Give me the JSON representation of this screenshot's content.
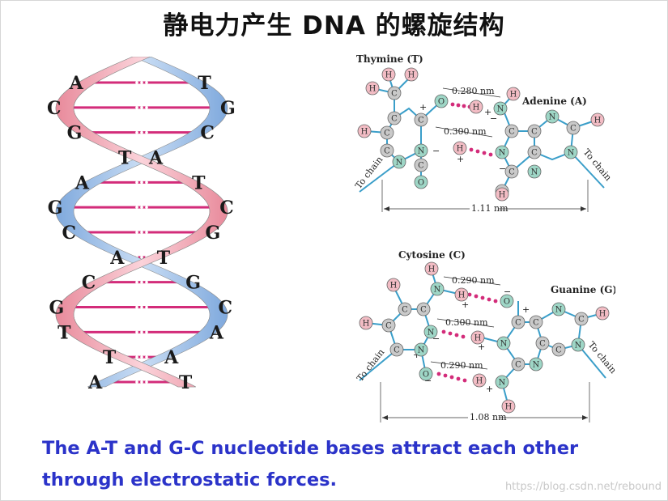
{
  "title": "静电力产生  DNA 的螺旋结构",
  "caption": "The A-T and G-C nucleotide bases attract each other through electrostatic forces.",
  "watermark": "https://blog.csdn.net/rebound",
  "helix": {
    "left_bases": [
      "A",
      "C",
      "G",
      "T",
      "A",
      "G",
      "C",
      "A",
      "C",
      "G",
      "T",
      "T",
      "A"
    ],
    "right_bases": [
      "T",
      "G",
      "C",
      "A",
      "T",
      "C",
      "G",
      "T",
      "G",
      "C",
      "A",
      "A",
      "T"
    ]
  },
  "at_pair": {
    "thymine_label": "Thymine (T)",
    "adenine_label": "Adenine (A)",
    "dist1": "0.280 nm",
    "dist2": "0.300 nm",
    "span": "1.11 nm",
    "chain_left": "To chain",
    "chain_right": "To chain"
  },
  "gc_pair": {
    "cytosine_label": "Cytosine (C)",
    "guanine_label": "Guanine (G)",
    "dist1": "0.290 nm",
    "dist2": "0.300 nm",
    "dist3": "0.290 nm",
    "span": "1.08 nm",
    "chain_left": "To chain",
    "chain_right": "To chain"
  },
  "colors": {
    "caption": "#2b33c9",
    "strand_blue": "#a9c8ea",
    "strand_pink": "#f3b2bd",
    "strand_yellow": "#eedc96",
    "rung": "#d32c7a",
    "bond": "#3a9ec9",
    "atom_gray": "#c9c9c9",
    "atom_green": "#9ed6c6",
    "atom_hydrogen": "#f2bcc4"
  }
}
